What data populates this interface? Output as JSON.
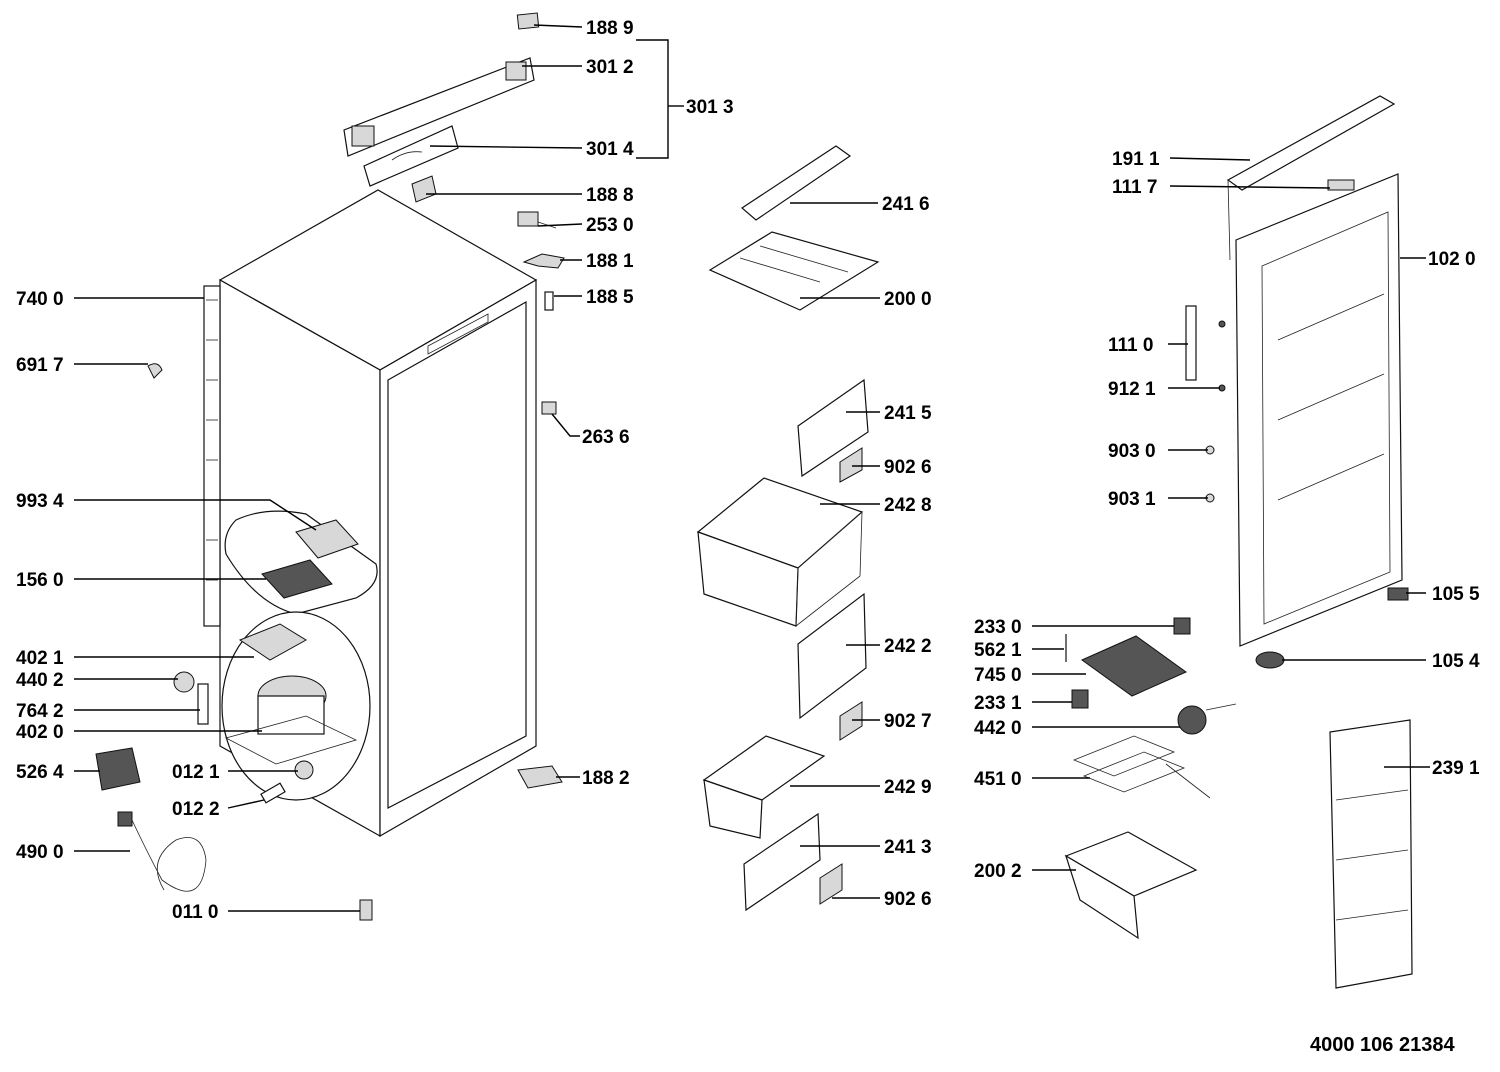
{
  "document_number": "4000 106 21384",
  "part_labels": [
    {
      "id": "p1889",
      "text": "188 9"
    },
    {
      "id": "p3012",
      "text": "301 2"
    },
    {
      "id": "p3013",
      "text": "301 3"
    },
    {
      "id": "p3014",
      "text": "301 4"
    },
    {
      "id": "p1888",
      "text": "188 8"
    },
    {
      "id": "p2530",
      "text": "253 0"
    },
    {
      "id": "p1881",
      "text": "188 1"
    },
    {
      "id": "p1885",
      "text": "188 5"
    },
    {
      "id": "p7400",
      "text": "740 0"
    },
    {
      "id": "p6917",
      "text": "691 7"
    },
    {
      "id": "p2636",
      "text": "263 6"
    },
    {
      "id": "p9934",
      "text": "993 4"
    },
    {
      "id": "p1560",
      "text": "156 0"
    },
    {
      "id": "p4021",
      "text": "402 1"
    },
    {
      "id": "p4402",
      "text": "440 2"
    },
    {
      "id": "p7642",
      "text": "764 2"
    },
    {
      "id": "p4020",
      "text": "402 0"
    },
    {
      "id": "p5264",
      "text": "526 4"
    },
    {
      "id": "p0121",
      "text": "012 1"
    },
    {
      "id": "p1882",
      "text": "188 2"
    },
    {
      "id": "p0122",
      "text": "012 2"
    },
    {
      "id": "p4900",
      "text": "490 0"
    },
    {
      "id": "p0110",
      "text": "011 0"
    },
    {
      "id": "p2416",
      "text": "241 6"
    },
    {
      "id": "p2000",
      "text": "200 0"
    },
    {
      "id": "p2415",
      "text": "241 5"
    },
    {
      "id": "p9026a",
      "text": "902 6"
    },
    {
      "id": "p2428",
      "text": "242 8"
    },
    {
      "id": "p2422",
      "text": "242 2"
    },
    {
      "id": "p9027",
      "text": "902 7"
    },
    {
      "id": "p2429",
      "text": "242 9"
    },
    {
      "id": "p2413",
      "text": "241 3"
    },
    {
      "id": "p9026b",
      "text": "902 6"
    },
    {
      "id": "p1911",
      "text": "191 1"
    },
    {
      "id": "p1117",
      "text": "111 7"
    },
    {
      "id": "p1020",
      "text": "102 0"
    },
    {
      "id": "p1110",
      "text": "111 0"
    },
    {
      "id": "p9121",
      "text": "912 1"
    },
    {
      "id": "p9030",
      "text": "903 0"
    },
    {
      "id": "p9031",
      "text": "903 1"
    },
    {
      "id": "p1055",
      "text": "105 5"
    },
    {
      "id": "p2330",
      "text": "233 0"
    },
    {
      "id": "p5621",
      "text": "562 1"
    },
    {
      "id": "p7450",
      "text": "745 0"
    },
    {
      "id": "p1054",
      "text": "105 4"
    },
    {
      "id": "p2331",
      "text": "233 1"
    },
    {
      "id": "p4420",
      "text": "442 0"
    },
    {
      "id": "p4510",
      "text": "451 0"
    },
    {
      "id": "p2391",
      "text": "239 1"
    },
    {
      "id": "p2002",
      "text": "200 2"
    }
  ]
}
